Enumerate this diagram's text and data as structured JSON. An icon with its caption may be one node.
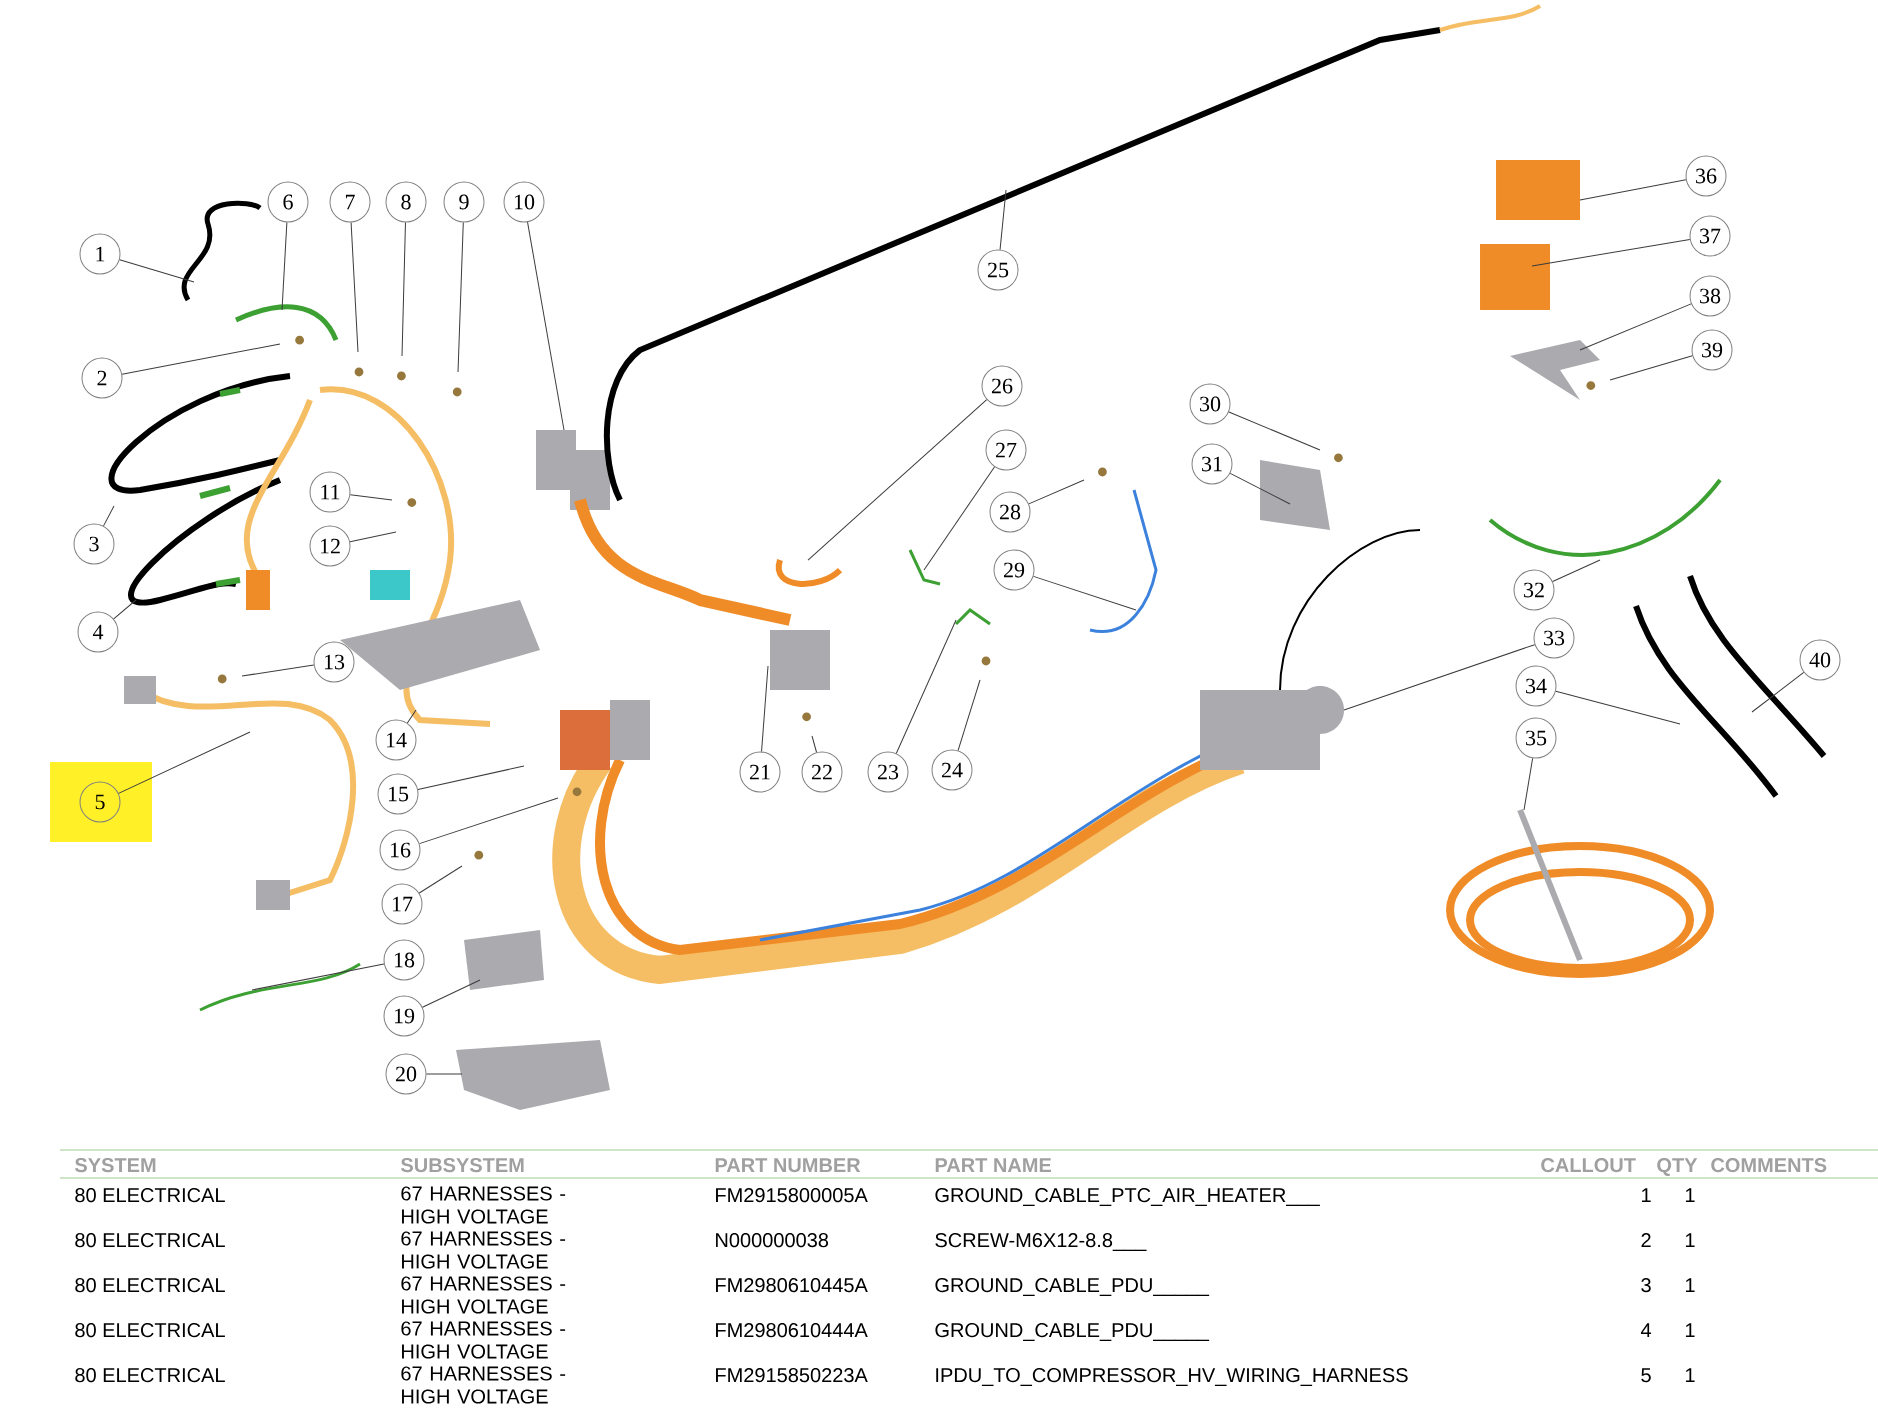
{
  "diagram": {
    "nodes": [
      {
        "text": [
          "1"
        ]
      },
      {
        "text": [
          "2"
        ]
      },
      {
        "text": [
          "3"
        ]
      },
      {
        "text": [
          "4"
        ]
      },
      {
        "text": [
          "5"
        ]
      },
      {
        "text": [
          "6"
        ]
      },
      {
        "text": [
          "7"
        ]
      },
      {
        "text": [
          "8"
        ]
      },
      {
        "text": [
          "9"
        ]
      },
      {
        "text": [
          "10"
        ]
      },
      {
        "text": [
          "11"
        ]
      },
      {
        "text": [
          "12"
        ]
      },
      {
        "text": [
          "13"
        ]
      },
      {
        "text": [
          "14"
        ]
      },
      {
        "text": [
          "15"
        ]
      },
      {
        "text": [
          "16"
        ]
      },
      {
        "text": [
          "17"
        ]
      },
      {
        "text": [
          "18"
        ]
      },
      {
        "text": [
          "19"
        ]
      },
      {
        "text": [
          "20"
        ]
      },
      {
        "text": [
          "21"
        ]
      },
      {
        "text": [
          "22"
        ]
      },
      {
        "text": [
          "23"
        ]
      },
      {
        "text": [
          "24"
        ]
      },
      {
        "text": [
          "25"
        ]
      },
      {
        "text": [
          "26"
        ]
      },
      {
        "text": [
          "27"
        ]
      },
      {
        "text": [
          "28"
        ]
      },
      {
        "text": [
          "29"
        ]
      },
      {
        "text": [
          "30"
        ]
      },
      {
        "text": [
          "31"
        ]
      },
      {
        "text": [
          "32"
        ]
      },
      {
        "text": [
          "33"
        ]
      },
      {
        "text": [
          "34"
        ]
      },
      {
        "text": [
          "35"
        ]
      },
      {
        "text": [
          "36"
        ]
      },
      {
        "text": [
          "37"
        ]
      },
      {
        "text": [
          "38"
        ]
      },
      {
        "text": [
          "39"
        ]
      },
      {
        "text": [
          "40"
        ]
      }
    ],
    "edges": [
      {
        "from": 0,
        "to": null,
        "arrow": "none"
      },
      {
        "from": 1,
        "to": null,
        "arrow": "none"
      },
      {
        "from": 2,
        "to": null,
        "arrow": "none"
      },
      {
        "from": 3,
        "to": null,
        "arrow": "none"
      },
      {
        "from": 4,
        "to": null,
        "arrow": "none"
      },
      {
        "from": 5,
        "to": null,
        "arrow": "none"
      },
      {
        "from": 6,
        "to": null,
        "arrow": "none"
      },
      {
        "from": 7,
        "to": null,
        "arrow": "none"
      },
      {
        "from": 8,
        "to": null,
        "arrow": "none"
      },
      {
        "from": 9,
        "to": null,
        "arrow": "none"
      },
      {
        "from": 10,
        "to": null,
        "arrow": "none"
      },
      {
        "from": 11,
        "to": null,
        "arrow": "none"
      },
      {
        "from": 12,
        "to": null,
        "arrow": "none"
      },
      {
        "from": 13,
        "to": null,
        "arrow": "none"
      },
      {
        "from": 14,
        "to": null,
        "arrow": "none"
      },
      {
        "from": 15,
        "to": null,
        "arrow": "none"
      },
      {
        "from": 16,
        "to": null,
        "arrow": "none"
      },
      {
        "from": 17,
        "to": null,
        "arrow": "none"
      },
      {
        "from": 18,
        "to": null,
        "arrow": "none"
      },
      {
        "from": 19,
        "to": null,
        "arrow": "none"
      },
      {
        "from": 20,
        "to": null,
        "arrow": "none"
      },
      {
        "from": 21,
        "to": null,
        "arrow": "none"
      },
      {
        "from": 22,
        "to": null,
        "arrow": "none"
      },
      {
        "from": 23,
        "to": null,
        "arrow": "none"
      },
      {
        "from": 24,
        "to": null,
        "arrow": "none"
      },
      {
        "from": 25,
        "to": null,
        "arrow": "none"
      },
      {
        "from": 26,
        "to": null,
        "arrow": "none"
      },
      {
        "from": 27,
        "to": null,
        "arrow": "none"
      },
      {
        "from": 28,
        "to": null,
        "arrow": "none"
      },
      {
        "from": 29,
        "to": null,
        "arrow": "none"
      },
      {
        "from": 30,
        "to": null,
        "arrow": "none"
      },
      {
        "from": 31,
        "to": null,
        "arrow": "none"
      },
      {
        "from": 32,
        "to": null,
        "arrow": "none"
      },
      {
        "from": 33,
        "to": null,
        "arrow": "none"
      },
      {
        "from": 34,
        "to": null,
        "arrow": "none"
      },
      {
        "from": 35,
        "to": null,
        "arrow": "none"
      },
      {
        "from": 36,
        "to": null,
        "arrow": "none"
      },
      {
        "from": 37,
        "to": null,
        "arrow": "none"
      },
      {
        "from": 38,
        "to": null,
        "arrow": "none"
      },
      {
        "from": 39,
        "to": null,
        "arrow": "none"
      }
    ],
    "labels": [
      "SYSTEM",
      "SUBSYSTEM",
      "PART NUMBER",
      "PART NAME",
      "CALLOUT",
      "QTY",
      "COMMENTS",
      "80 ELECTRICAL",
      "67 HARNESSES - HIGH VOLTAGE",
      "FM2915800005A",
      "GROUND_CABLE_PTC_AIR_HEATER___",
      "1",
      "1",
      "80 ELECTRICAL",
      "67 HARNESSES - HIGH VOLTAGE",
      "N000000038",
      "SCREW-M6X12-8.8___",
      "2",
      "1",
      "80 ELECTRICAL",
      "67 HARNESSES - HIGH VOLTAGE",
      "FM2980610445A",
      "GROUND_CABLE_PDU_____",
      "3",
      "1",
      "80 ELECTRICAL",
      "67 HARNESSES - HIGH VOLTAGE",
      "FM2980610444A",
      "GROUND_CABLE_PDU_____",
      "4",
      "1",
      "80 ELECTRICAL",
      "67 HARNESSES - HIGH VOLTAGE",
      "FM2915850223A",
      "IPDU_TO_COMPRESSOR_HV_WIRING_HARNESS",
      "5",
      "1"
    ]
  }
}
